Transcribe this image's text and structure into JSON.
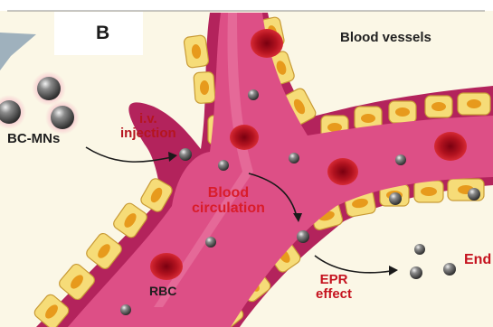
{
  "labels": {
    "panel": "B",
    "vessels": "Blood vessels",
    "mns": "BC-MNs",
    "iv_line1": "i.v.",
    "iv_line2": "injection",
    "blood_line1": "Blood",
    "blood_line2": "circulation",
    "rbc": "RBC",
    "epr_line1": "EPR",
    "epr_line2": "effect",
    "endo": "End"
  },
  "colors": {
    "vessel_lumen": "#dd4f86",
    "vessel_wall": "#b3235c",
    "endothelial_cell": "#f6dc78",
    "cell_nucleus": "#e79a1c",
    "rbc": "#c9182b",
    "nanoparticle": "#7a7a7a",
    "tissue": "#fbf7e6",
    "label_red": "#c5121e"
  }
}
